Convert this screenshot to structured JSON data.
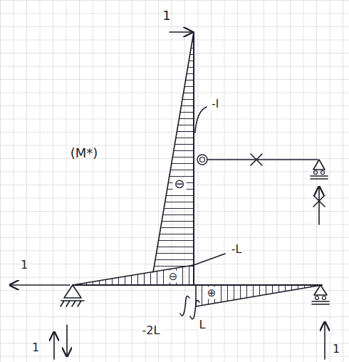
{
  "diagram": {
    "labels": [
      "1",
      "(M*)",
      "-l",
      "⊖",
      "-L",
      "⊖",
      "⊕",
      "-2L",
      "L",
      "1",
      "1",
      "1"
    ]
  }
}
